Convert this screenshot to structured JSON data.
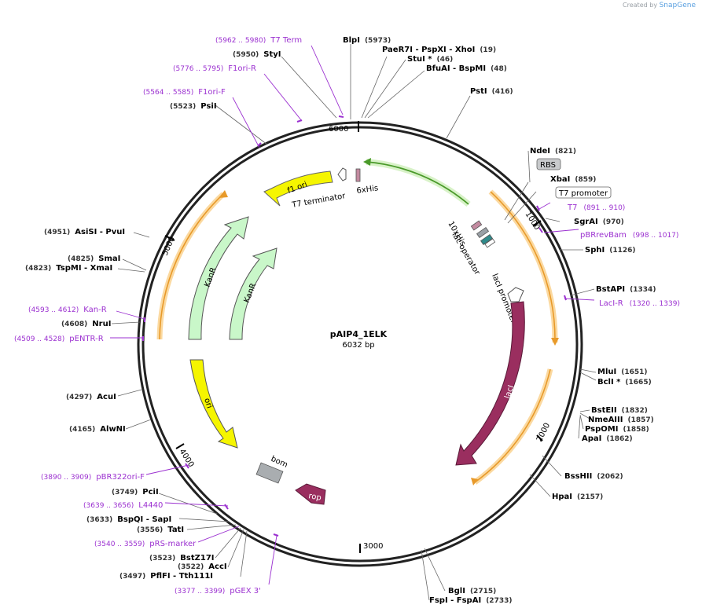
{
  "credit": {
    "created_by": "Created by",
    "brand": "SnapGene"
  },
  "plasmid": {
    "name": "pAIP4_1ELK",
    "size_label": "6032 bp",
    "length": 6032
  },
  "ticks": [
    {
      "bp": 1000,
      "label": "1000"
    },
    {
      "bp": 2000,
      "label": "2000"
    },
    {
      "bp": 3000,
      "label": "3000"
    },
    {
      "bp": 4000,
      "label": "4000"
    },
    {
      "bp": 5000,
      "label": "5000"
    },
    {
      "bp": 6000,
      "label": "6000"
    }
  ],
  "enzymes": [
    {
      "name": "BlpI",
      "pos": "(5973)"
    },
    {
      "name": "PaeR7I - PspXI - XhoI",
      "pos": "(19)"
    },
    {
      "name": "StuI *",
      "pos": "(46)"
    },
    {
      "name": "BfuAI - BspMI",
      "pos": "(48)"
    },
    {
      "name": "StyI",
      "pos": "(5950)"
    },
    {
      "name": "PsiI",
      "pos": "(5523)"
    },
    {
      "name": "PstI",
      "pos": "(416)"
    },
    {
      "name": "NdeI",
      "pos": "(821)"
    },
    {
      "name": "XbaI",
      "pos": "(859)"
    },
    {
      "name": "SgrAI",
      "pos": "(970)"
    },
    {
      "name": "SphI",
      "pos": "(1126)"
    },
    {
      "name": "BstAPI",
      "pos": "(1334)"
    },
    {
      "name": "MluI",
      "pos": "(1651)"
    },
    {
      "name": "BclI *",
      "pos": "(1665)"
    },
    {
      "name": "BstEII",
      "pos": "(1832)"
    },
    {
      "name": "NmeAIII",
      "pos": "(1857)"
    },
    {
      "name": "PspOMI",
      "pos": "(1858)"
    },
    {
      "name": "ApaI",
      "pos": "(1862)"
    },
    {
      "name": "BssHII",
      "pos": "(2062)"
    },
    {
      "name": "HpaI",
      "pos": "(2157)"
    },
    {
      "name": "BglI",
      "pos": "(2715)"
    },
    {
      "name": "FspI - FspAI",
      "pos": "(2733)"
    },
    {
      "name": "AsiSI - PvuI",
      "pos": "(4951)"
    },
    {
      "name": "SmaI",
      "pos": "(4825)"
    },
    {
      "name": "TspMI - XmaI",
      "pos": "(4823)"
    },
    {
      "name": "NruI",
      "pos": "(4608)"
    },
    {
      "name": "AcuI",
      "pos": "(4297)"
    },
    {
      "name": "AlwNI",
      "pos": "(4165)"
    },
    {
      "name": "PciI",
      "pos": "(3749)"
    },
    {
      "name": "BspQI - SapI",
      "pos": "(3633)"
    },
    {
      "name": "TatI",
      "pos": "(3556)"
    },
    {
      "name": "BstZ17I",
      "pos": "(3523)"
    },
    {
      "name": "AccI",
      "pos": "(3522)"
    },
    {
      "name": "PflFI - Tth111I",
      "pos": "(3497)"
    }
  ],
  "primers": [
    {
      "range": "(5962 .. 5980)",
      "name": "T7 Term"
    },
    {
      "range": "(5776 .. 5795)",
      "name": "F1ori-R"
    },
    {
      "range": "(5564 .. 5585)",
      "name": "F1ori-F"
    },
    {
      "range": "(891 .. 910)",
      "name": "T7"
    },
    {
      "range": "(998 .. 1017)",
      "name": "pBRrevBam"
    },
    {
      "range": "(1320 .. 1339)",
      "name": "LacI-R"
    },
    {
      "range": "(4593 .. 4612)",
      "name": "Kan-R"
    },
    {
      "range": "(4509 .. 4528)",
      "name": "pENTR-R"
    },
    {
      "range": "(3890 .. 3909)",
      "name": "pBR322ori-F"
    },
    {
      "range": "(3639 .. 3656)",
      "name": "L4440"
    },
    {
      "range": "(3540 .. 3559)",
      "name": "pRS-marker"
    },
    {
      "range": "(3377 .. 3399)",
      "name": "pGEX 3'"
    }
  ],
  "boxed": [
    {
      "name": "RBS"
    },
    {
      "name": "T7 promoter"
    }
  ],
  "features": [
    {
      "name": "f1 ori"
    },
    {
      "name": "T7 terminator"
    },
    {
      "name": "6xHis"
    },
    {
      "name": "10xHis"
    },
    {
      "name": "lac operator"
    },
    {
      "name": "lacI promoter"
    },
    {
      "name": "lacI"
    },
    {
      "name": "KanR"
    },
    {
      "name": "KanR"
    },
    {
      "name": "ori"
    },
    {
      "name": "bom"
    },
    {
      "name": "rop"
    }
  ],
  "colors": {
    "enzyme": "#000000",
    "position": "#333333",
    "primer": "#9b30d0",
    "backbone": "#222222",
    "orange_arc": "#e89a2a",
    "orange_glow": "#fbd9a0",
    "lacI": "#9a2e5f",
    "rop": "#9a2e5f",
    "ori": "#f5f500",
    "f1ori": "#f5f500",
    "kanr": "#c9f7c9",
    "green_arc": "#4a9a2a",
    "bom": "#a9adb0"
  }
}
